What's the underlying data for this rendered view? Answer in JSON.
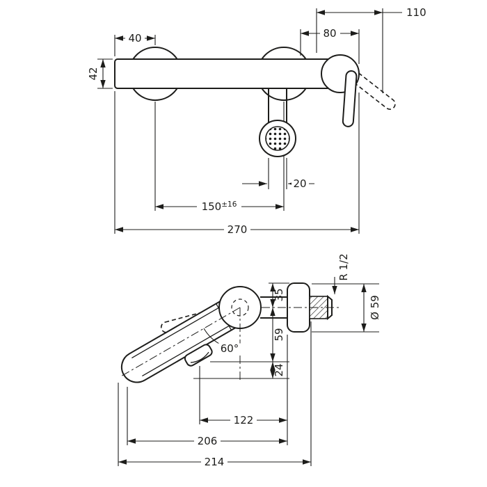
{
  "meta": {
    "colors": {
      "line": "#1d1d1b",
      "background": "#ffffff"
    }
  },
  "front_view": {
    "dims": {
      "width_110": "110",
      "width_80": "80",
      "width_40": "40",
      "height_42": "42",
      "spout_20": "20",
      "spacing_150": "150",
      "spacing_tol": "±16",
      "overall_270": "270"
    }
  },
  "plan_view": {
    "dims": {
      "offset_35": "35",
      "depth_59": "59",
      "depth_24": "24",
      "reach_122": "122",
      "reach_206": "206",
      "reach_214": "214",
      "spout_angle": "60°",
      "thread": "R 1/2",
      "escutcheon_dia": "Ø 59"
    }
  }
}
